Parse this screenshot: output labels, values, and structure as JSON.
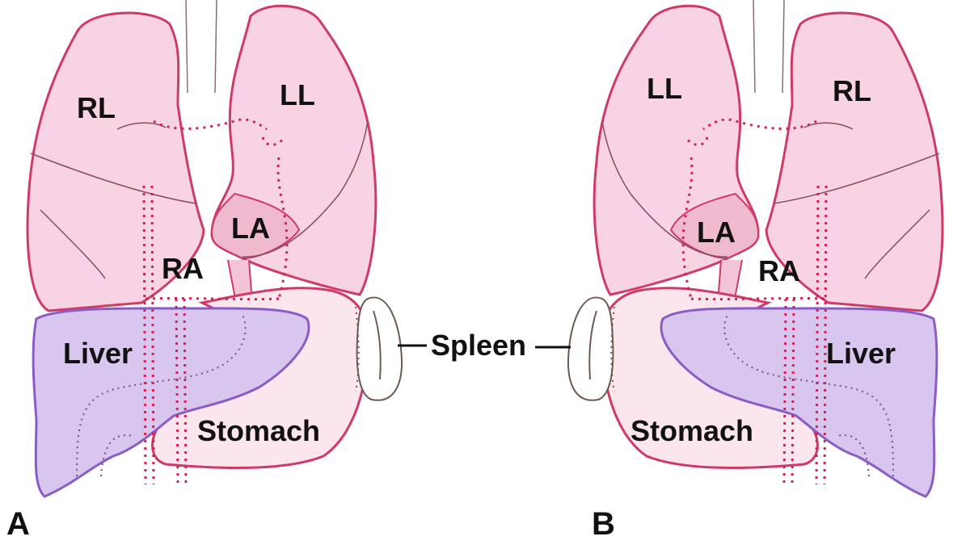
{
  "colors": {
    "lung_fill": "#f7d3e3",
    "lung_stroke": "#cf3a66",
    "liver_fill": "#d9c6ee",
    "liver_stroke": "#8a5cc4",
    "stomach_fill": "#fbe6ee",
    "vessel_dots": "#d81f54",
    "spleen_stroke": "#6f5a52",
    "text": "#111111"
  },
  "panels": {
    "a": {
      "letter": "A",
      "labels": {
        "right_lung": "RL",
        "left_lung": "LL",
        "left_atrium": "LA",
        "right_atrium": "RA",
        "liver": "Liver",
        "stomach": "Stomach"
      }
    },
    "b": {
      "letter": "B",
      "labels": {
        "right_lung": "RL",
        "left_lung": "LL",
        "left_atrium": "LA",
        "right_atrium": "RA",
        "liver": "Liver",
        "stomach": "Stomach"
      }
    }
  },
  "shared": {
    "spleen": "Spleen"
  }
}
